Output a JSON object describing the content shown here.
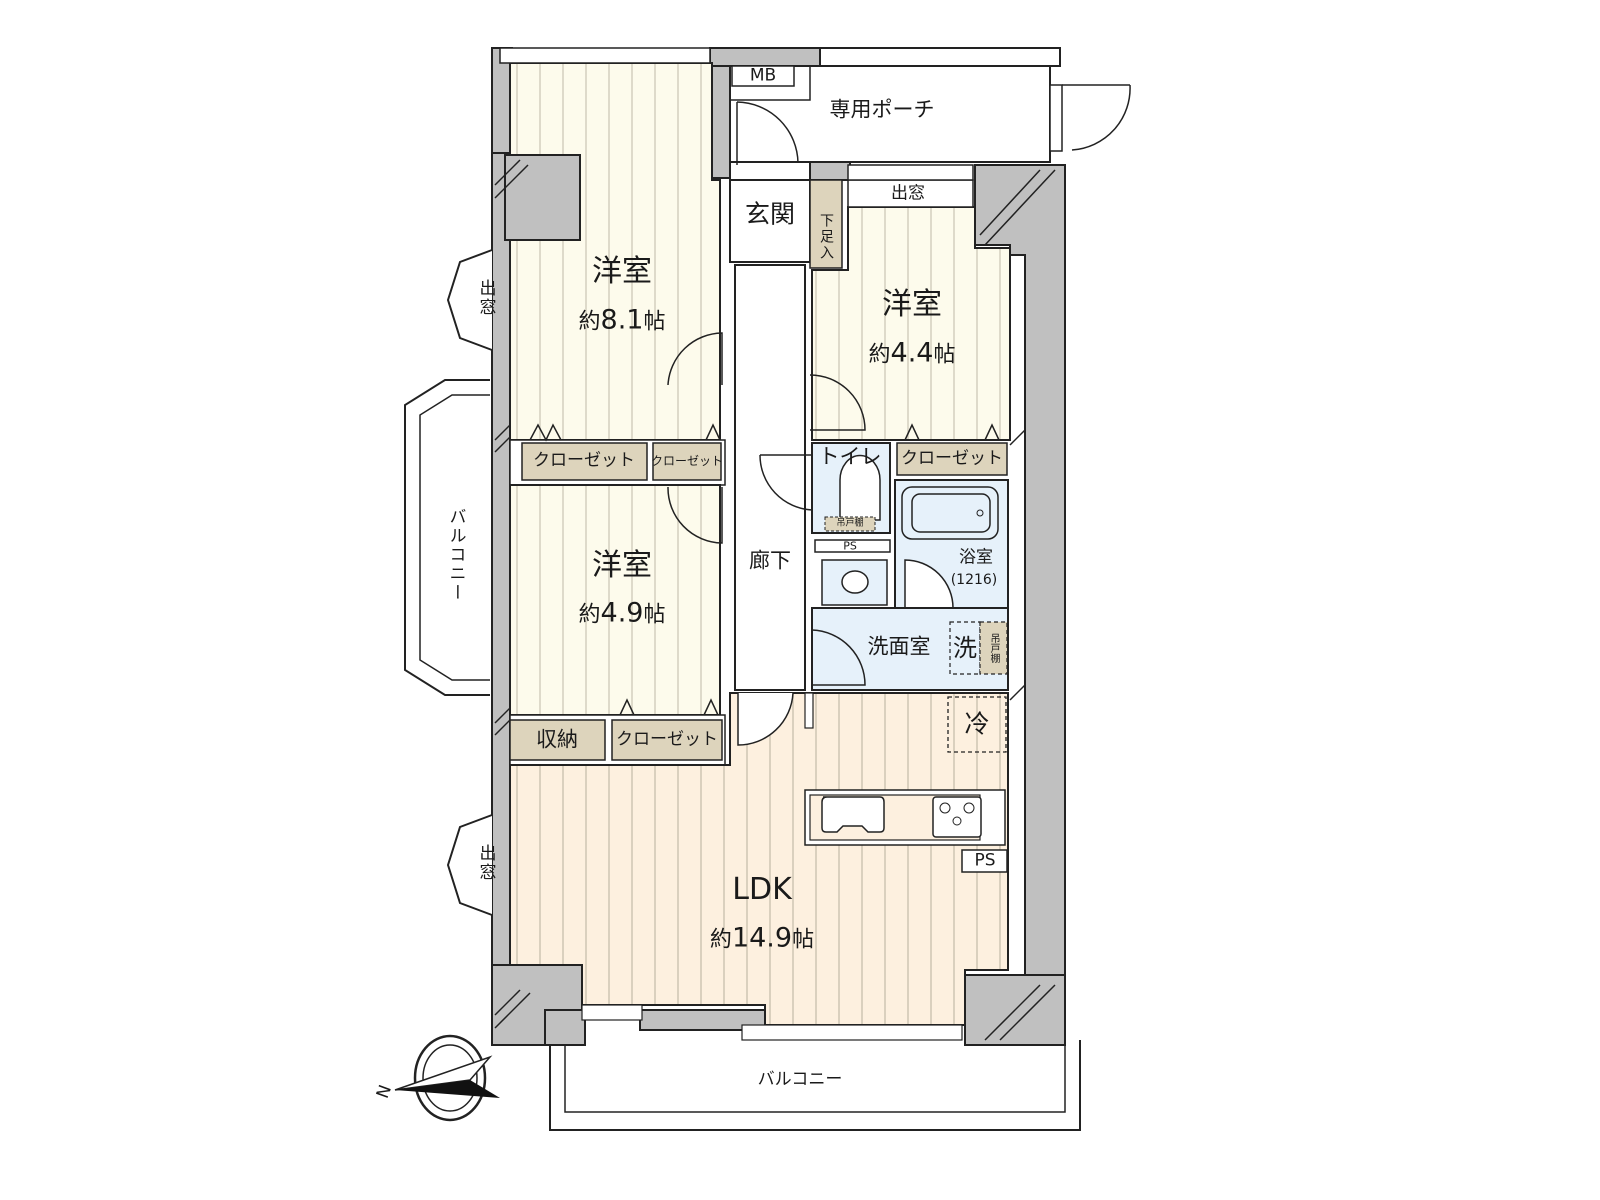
{
  "floorplan": {
    "type": "3LDK apartment floor plan",
    "colors": {
      "wall": "#c0c0c0",
      "room_floor": "#fdfbec",
      "ldk_floor": "#fdf0df",
      "wet_area": "#e6f1fa",
      "storage": "#ddd4bc",
      "floor_line": "#cfc9b8",
      "outline": "#222222"
    },
    "rooms": {
      "western_room_1": {
        "name": "洋室",
        "area_prefix": "約",
        "area": "8.1",
        "unit": "帖"
      },
      "western_room_2": {
        "name": "洋室",
        "area_prefix": "約",
        "area": "4.4",
        "unit": "帖"
      },
      "western_room_3": {
        "name": "洋室",
        "area_prefix": "約",
        "area": "4.9",
        "unit": "帖"
      },
      "ldk": {
        "name": "LDK",
        "area_prefix": "約",
        "area": "14.9",
        "unit": "帖"
      },
      "entrance": {
        "name": "玄関"
      },
      "shoe_box": {
        "name": "下足入"
      },
      "hallway": {
        "name": "廊下"
      },
      "toilet": {
        "name": "トイレ",
        "shelf": "吊戸棚"
      },
      "bathroom": {
        "name": "浴室",
        "size": "(1216)"
      },
      "washroom": {
        "name": "洗面室"
      },
      "washer": {
        "name": "洗"
      },
      "hanging_cabinet": {
        "name": "吊戸棚"
      },
      "fridge": {
        "name": "冷"
      },
      "private_porch": {
        "name": "専用ポーチ"
      },
      "meter_box": {
        "name": "MB"
      },
      "pipe_space_1": {
        "name": "PS"
      },
      "pipe_space_2": {
        "name": "PS"
      }
    },
    "storage": {
      "closet_1": "クローゼット",
      "closet_2": "クローゼット",
      "closet_3": "クローゼット",
      "closet_4": "クローゼット",
      "storage_1": "収納"
    },
    "bay_windows": {
      "top": "出窓",
      "left_upper": "出窓",
      "left_lower": "出窓"
    },
    "balconies": {
      "side": "バルコニー",
      "bottom": "バルコニー"
    },
    "compass": {
      "north_label": "N"
    }
  }
}
